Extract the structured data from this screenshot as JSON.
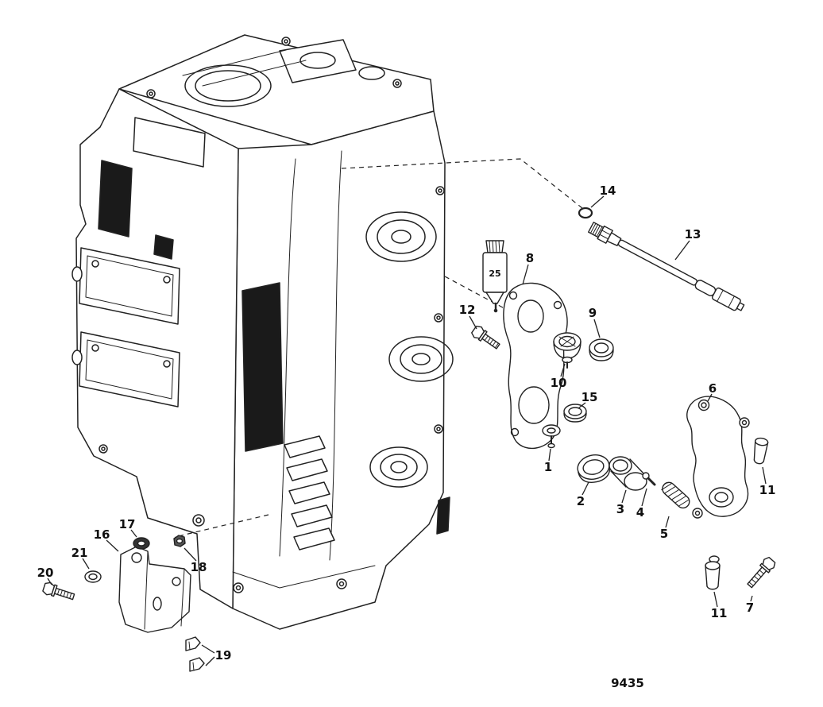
{
  "figure": {
    "number": "9435",
    "sealant_label": "25"
  },
  "callouts": [
    {
      "label": "14"
    },
    {
      "label": "13"
    },
    {
      "label": "8"
    },
    {
      "label": "12"
    },
    {
      "label": "9"
    },
    {
      "label": "10"
    },
    {
      "label": "15"
    },
    {
      "label": "6"
    },
    {
      "label": "1"
    },
    {
      "label": "2"
    },
    {
      "label": "3"
    },
    {
      "label": "4"
    },
    {
      "label": "5"
    },
    {
      "label": "11"
    },
    {
      "label": "11"
    },
    {
      "label": "7"
    },
    {
      "label": "16"
    },
    {
      "label": "17"
    },
    {
      "label": "18"
    },
    {
      "label": "21"
    },
    {
      "label": "20"
    },
    {
      "label": "19"
    }
  ]
}
